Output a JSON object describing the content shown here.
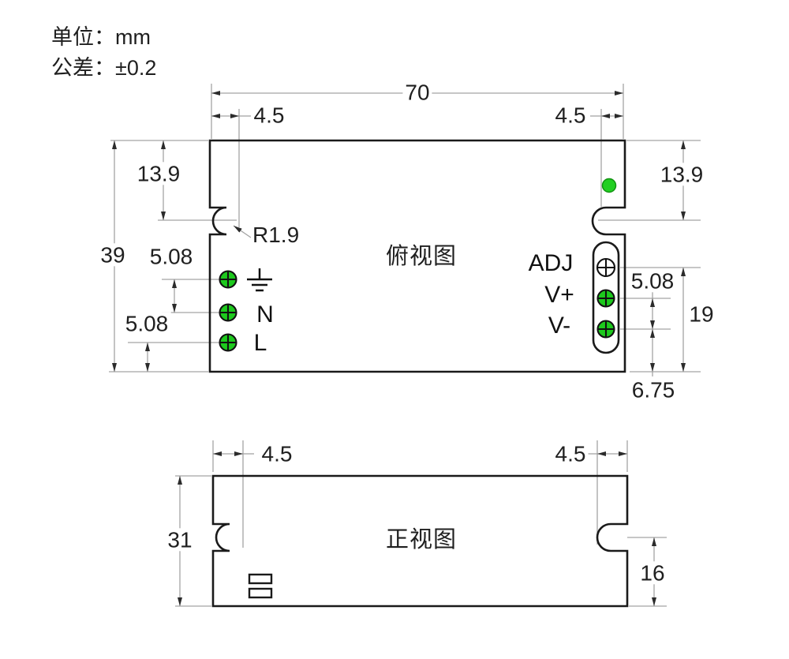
{
  "header": {
    "unit": "单位：mm",
    "tolerance": "公差：±0.2"
  },
  "top_view": {
    "title": "俯视图",
    "dimensions": {
      "overall_width": "70",
      "notch_offset_left": "4.5",
      "notch_offset_right": "4.5",
      "notch_center_from_top_left": "13.9",
      "notch_center_from_top_right": "13.9",
      "overall_height": "39",
      "input_pitch_upper": "5.08",
      "input_pitch_lower": "5.08",
      "notch_radius": "R1.9",
      "output_pitch": "5.08",
      "output_span": "19",
      "output_bottom_offset": "6.75"
    },
    "input_terminals": {
      "ground_icon": "earth-ground-symbol",
      "neutral": "N",
      "live": "L"
    },
    "output_terminals": {
      "adj": "ADJ",
      "vplus": "V+",
      "vminus": "V-"
    },
    "indicator": "power-led"
  },
  "front_view": {
    "title": "正视图",
    "dimensions": {
      "notch_offset_left": "4.5",
      "notch_offset_right": "4.5",
      "overall_height": "31",
      "notch_center_to_bottom": "16"
    }
  },
  "colors": {
    "outline": "#1a1a1a",
    "dimension_line": "#a3a3a3",
    "terminal_green": "#1dc91d",
    "led_green": "#22cf22"
  }
}
